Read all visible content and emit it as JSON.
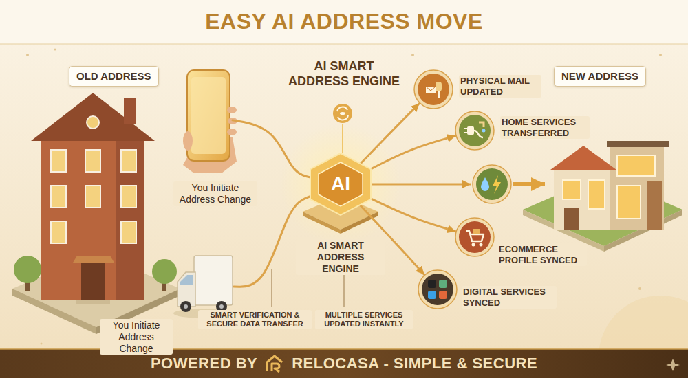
{
  "diagram": {
    "title": "EASY AI ADDRESS MOVE",
    "nodes": [
      {
        "text": [
          "OLD ADDRESS"
        ]
      },
      {
        "text": [
          "You Initiate Address Change"
        ]
      },
      {
        "text": [
          "You Initiate Address Change"
        ]
      },
      {
        "text": [
          "AI",
          "AI SMART ADDRESS ENGINE"
        ]
      },
      {
        "text": [
          "PHYSICAL MAIL UPDATED"
        ]
      },
      {
        "text": [
          "HOME SERVICES TRANSFERRED"
        ]
      },
      {
        "text": [
          "ECOMMERCE PROFILE SYNCED"
        ]
      },
      {
        "text": [
          "DIGITAL SERVICES SYNCED"
        ]
      },
      {
        "text": [
          "NEW ADDRESS"
        ]
      }
    ],
    "edges": [
      {
        "from": 1,
        "to": 3,
        "arrow": "none"
      },
      {
        "from": 2,
        "to": 3,
        "arrow": "none"
      },
      {
        "from": 3,
        "to": 4,
        "arrow": "to"
      },
      {
        "from": 3,
        "to": 5,
        "arrow": "to"
      },
      {
        "from": 3,
        "to": 6,
        "arrow": "to"
      },
      {
        "from": 3,
        "to": 7,
        "arrow": "to"
      }
    ],
    "labels": [
      "AI SMART ADDRESS ENGINE",
      "SMART VERIFICATION & SECURE DATA TRANSFER",
      "MULTIPLE SERVICES UPDATED INSTANTLY",
      "POWERED BY",
      "RELOCASA - SIMPLE & SECURE"
    ]
  }
}
